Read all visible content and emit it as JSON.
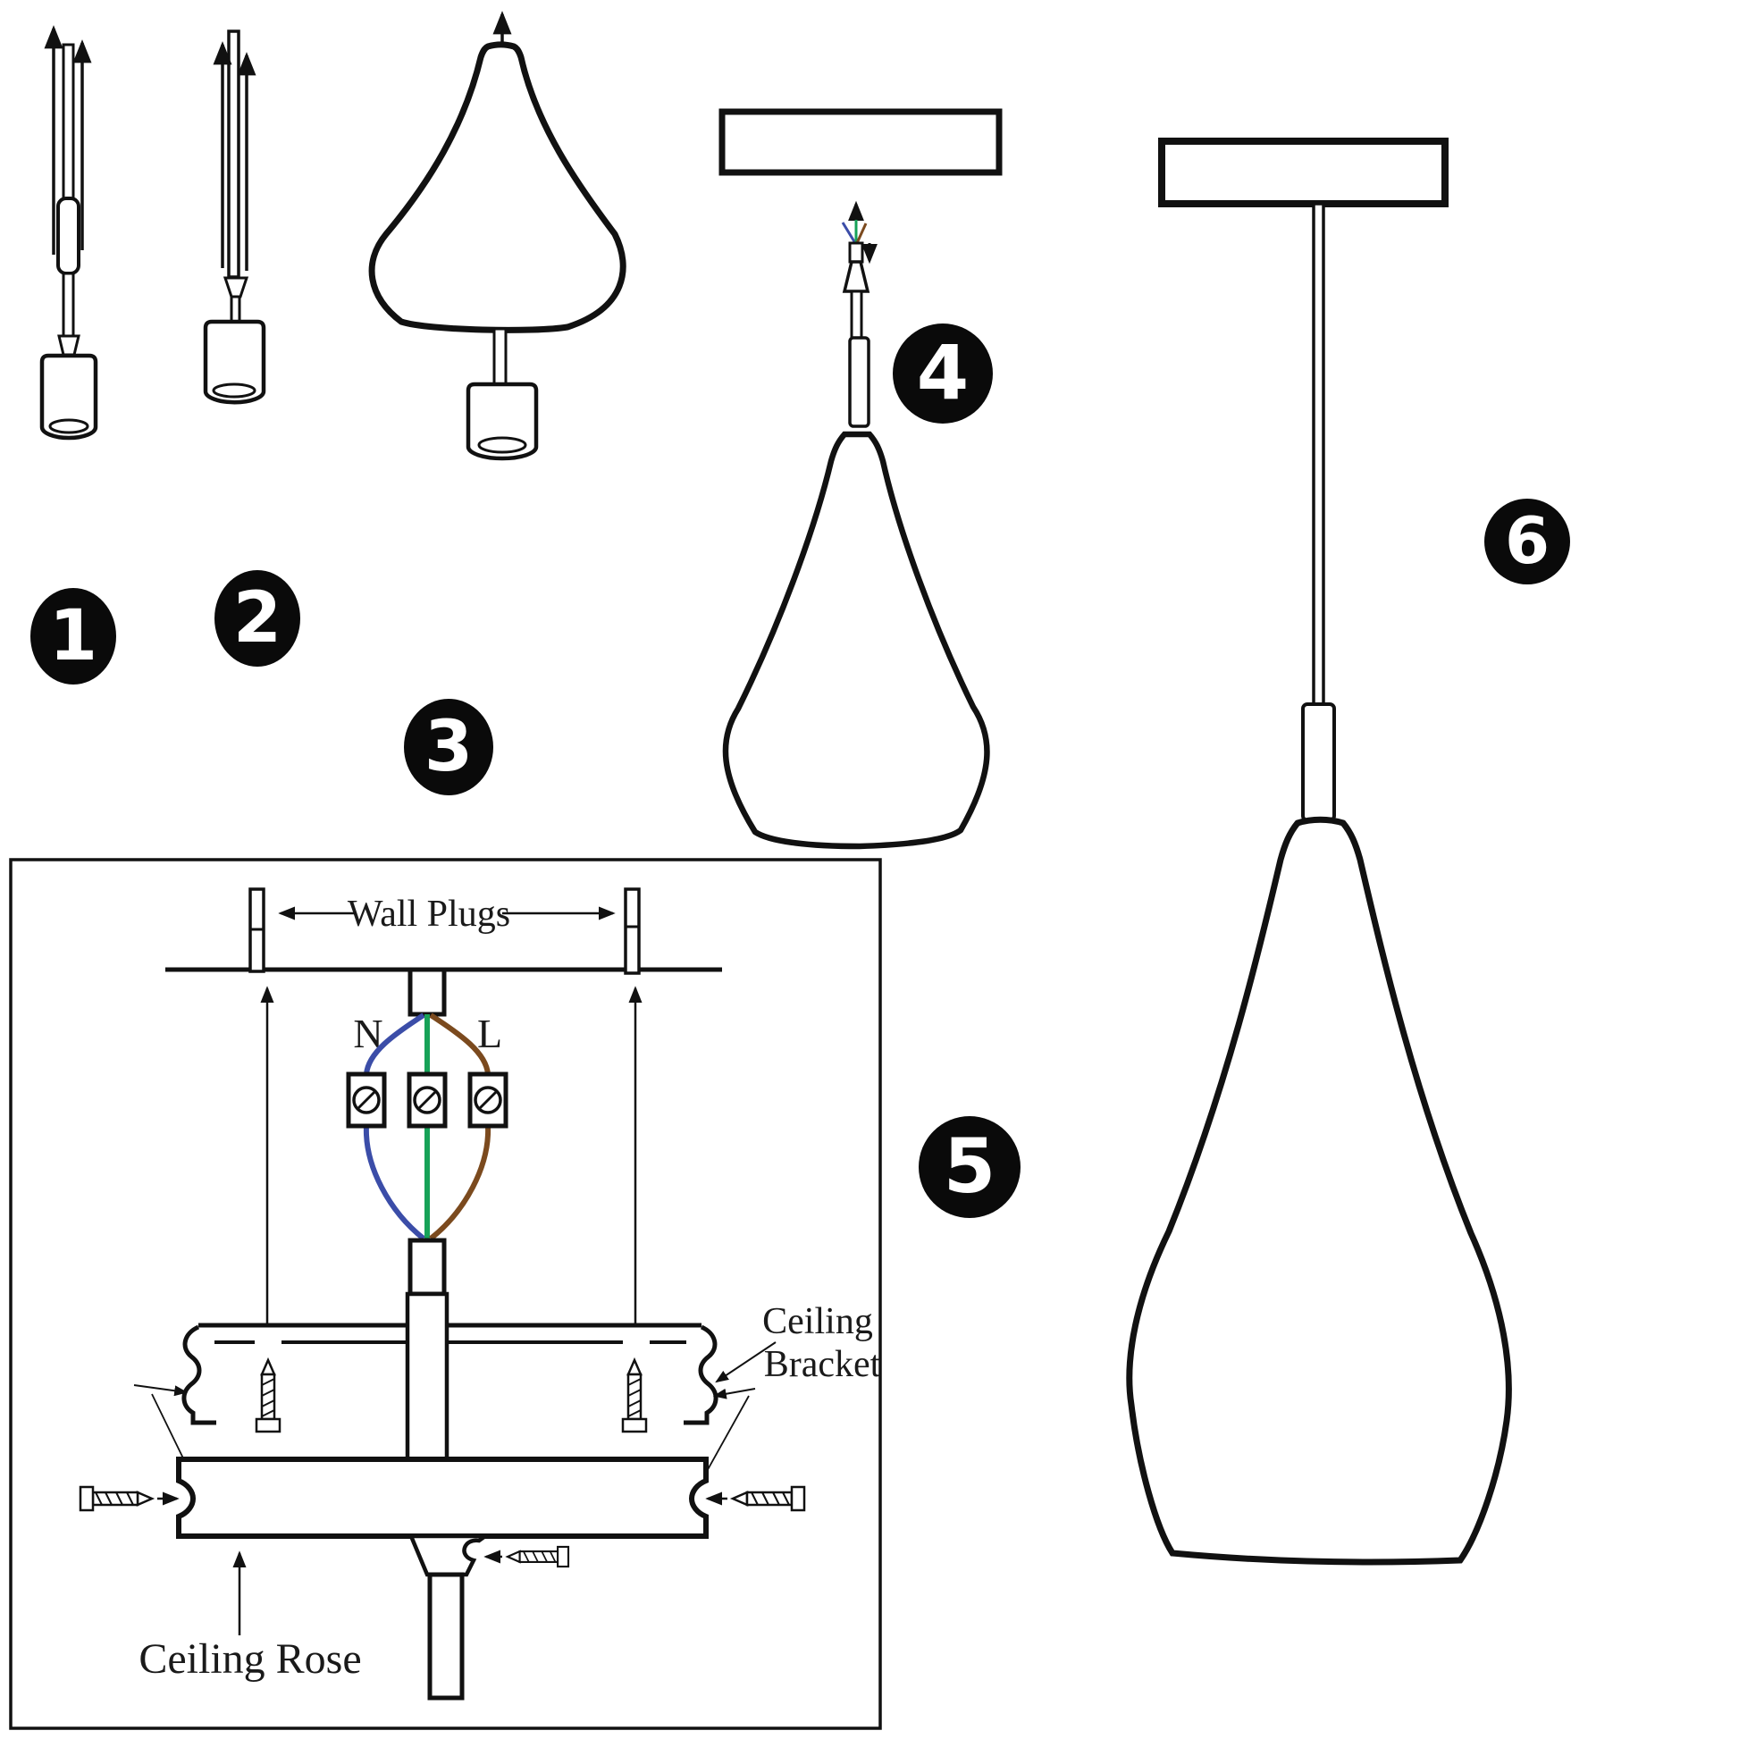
{
  "document": {
    "type": "pendant-lamp-assembly-instructions",
    "step_badges": [
      "1",
      "2",
      "3",
      "4",
      "5",
      "6"
    ]
  },
  "wiring_diagram": {
    "wall_plugs_label": "Wall Plugs",
    "neutral_label": "N",
    "live_label": "L",
    "ceiling_bracket_label_line1": "Ceiling",
    "ceiling_bracket_label_line2": "Bracket",
    "ceiling_rose_label": "Ceiling Rose"
  },
  "colors": {
    "line": "#111111",
    "badge_bg": "#0a0a0a",
    "badge_text": "#ffffff",
    "wire_neutral_blue": "#3b4da8",
    "wire_earth_green": "#17a258",
    "wire_live_brown": "#7b4a1e"
  }
}
